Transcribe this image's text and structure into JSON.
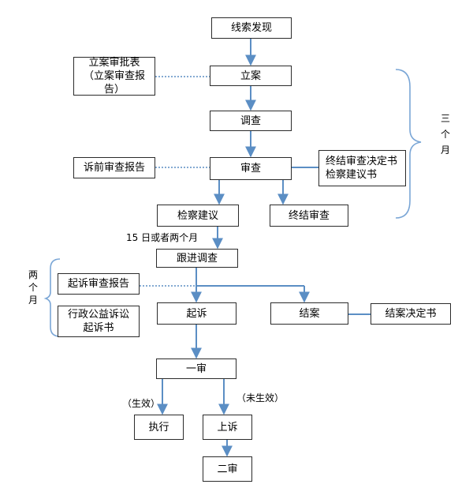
{
  "nodes": {
    "clue": "线索发现",
    "filing": "立案",
    "investigate": "调查",
    "review": "审查",
    "procuratorial_advice": "检察建议",
    "end_review": "终结审查",
    "follow_up": "跟进调查",
    "prosecute": "起诉",
    "close_case": "结案",
    "first_instance": "一审",
    "execute": "执行",
    "appeal": "上诉",
    "second_instance": "二审"
  },
  "documents": {
    "filing_form": "立案审批表（立案审查报告）",
    "pre_suit_report": "诉前审查报告",
    "end_decision": "终结审查决定书",
    "advice_doc": "检察建议书",
    "suit_review_report": "起诉审查报告",
    "public_interest_complaint": "行政公益诉讼起诉书",
    "closing_decision": "结案决定书"
  },
  "labels": {
    "three_months": "三个月",
    "two_months": "两个月",
    "fifteen_days": "15 日或者两个月",
    "effective": "（生效）",
    "not_effective": "（未生效）"
  },
  "colors": {
    "arrow": "#5b8ec4",
    "dotted": "#5b8ec4",
    "brace": "#7aa6d6",
    "box_border": "#2b2b2b"
  }
}
